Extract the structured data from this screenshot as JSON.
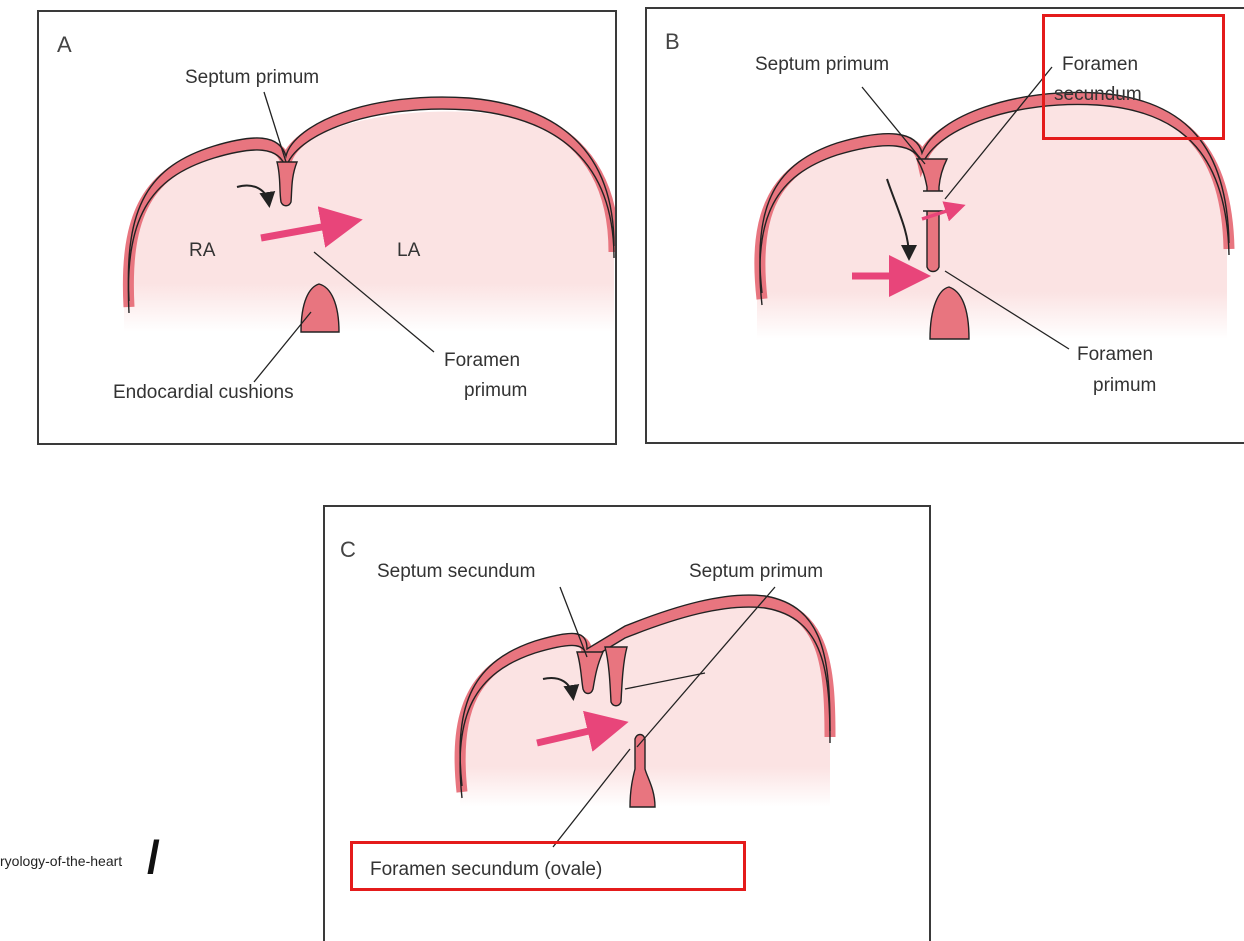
{
  "panels": {
    "a": {
      "letter": "A",
      "septum_primum": "Septum primum",
      "ra": "RA",
      "la": "LA",
      "endocardial_cushions": "Endocardial cushions",
      "foramen_primum": [
        "Foramen",
        "primum"
      ]
    },
    "b": {
      "letter": "B",
      "septum_primum": "Septum primum",
      "foramen_secundum": [
        "Foramen",
        "secundum"
      ],
      "foramen_primum": [
        "Foramen",
        "primum"
      ]
    },
    "c": {
      "letter": "C",
      "septum_secundum": "Septum secundum",
      "septum_primum": "Septum primum",
      "foramen_ovale": "Foramen secundum (ovale)"
    }
  },
  "source_fragment": "ryology-of-the-heart",
  "source_slash": "/",
  "colors": {
    "wall": "#e8757f",
    "chamber": "#fbe3e3",
    "arrow": "#e8457a",
    "highlight": "#e41b1b"
  }
}
